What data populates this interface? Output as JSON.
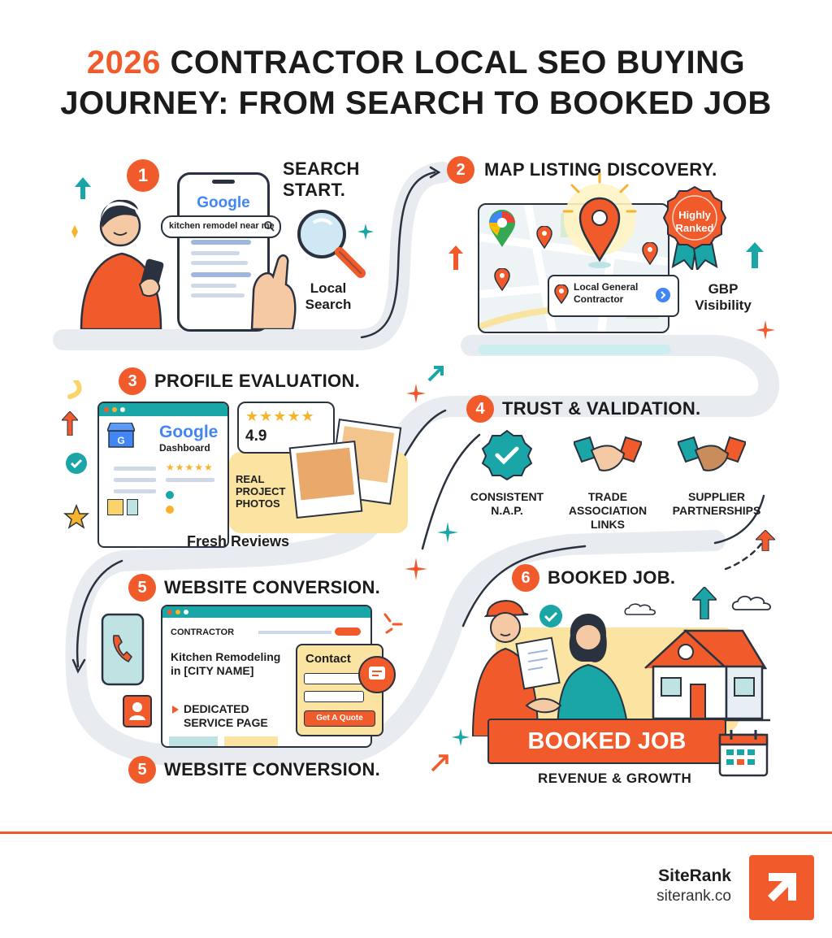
{
  "title": {
    "highlight": "2026",
    "line1_rest": " CONTRACTOR LOCAL SEO BUYING",
    "line2": "JOURNEY: FROM SEARCH TO BOOKED JOB"
  },
  "colors": {
    "accent": "#f15a2b",
    "teal": "#1aa6a6",
    "yellow": "#fbe3a1",
    "path": "#e9edf1"
  },
  "step1": {
    "number": "1",
    "title_line1": "SEARCH",
    "title_line2": "START.",
    "google_logo": "Google",
    "search_query": "kitchen remodel near me",
    "side_label_line1": "Local",
    "side_label_line2": "Search"
  },
  "step2": {
    "number": "2",
    "title": "MAP LISTING DISCOVERY.",
    "ribbon_line1": "Highly",
    "ribbon_line2": "Ranked",
    "listing_line1": "Local General",
    "listing_line2": "Contractor",
    "side_label_line1": "GBP",
    "side_label_line2": "Visibility"
  },
  "step3": {
    "number": "3",
    "title": "PROFILE EVALUATION.",
    "google_logo": "Google",
    "dashboard_label": "Dashboard",
    "rating": "4.9",
    "photos_line1": "REAL",
    "photos_line2": "PROJECT",
    "photos_line3": "PHOTOS",
    "footer": "Fresh Reviews"
  },
  "step4": {
    "number": "4",
    "title": "TRUST & VALIDATION.",
    "items": [
      {
        "line1": "CONSISTENT",
        "line2": "N.A.P.",
        "line3": ""
      },
      {
        "line1": "TRADE",
        "line2": "ASSOCIATION",
        "line3": "LINKS"
      },
      {
        "line1": "SUPPLIER",
        "line2": "PARTNERSHIPS",
        "line3": ""
      }
    ]
  },
  "step5": {
    "number": "5",
    "title": "WEBSITE CONVERSION.",
    "site_brand": "CONTRACTOR",
    "hero_line1": "Kitchen Remodeling",
    "hero_line2": "in [CITY NAME]",
    "dedicated_line1": "DEDICATED",
    "dedicated_line2": "SERVICE PAGE",
    "contact_title": "Contact",
    "quote_button": "Get A Quote",
    "bottom_number": "5",
    "bottom_title": "WEBSITE CONVERSION."
  },
  "step6": {
    "number": "6",
    "title": "BOOKED JOB.",
    "banner": "BOOKED JOB",
    "subtitle": "REVENUE & GROWTH"
  },
  "footer": {
    "brand": "SiteRank",
    "url": "siterank.co"
  }
}
